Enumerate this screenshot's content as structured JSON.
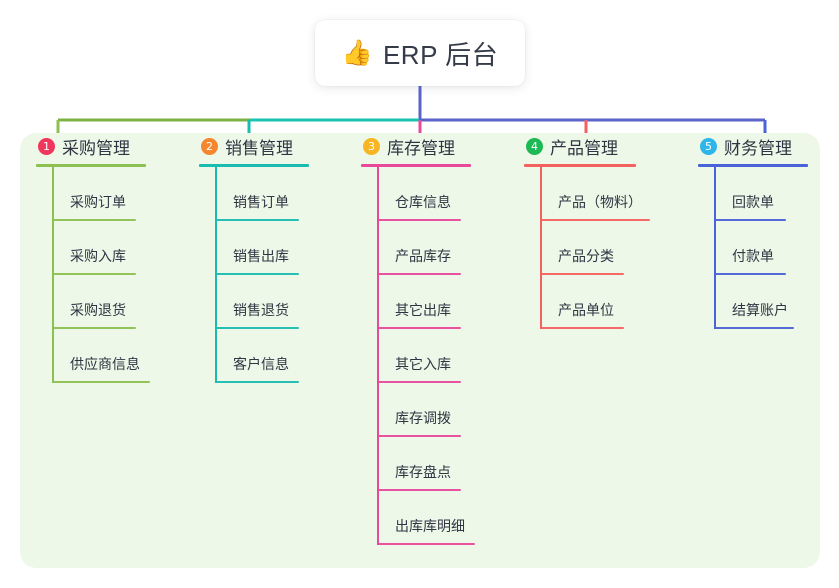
{
  "root": {
    "emoji": "👍",
    "emoji_name": "thumbs-up-icon",
    "title": "ERP 后台"
  },
  "canvas": {
    "background": "#eef8e9",
    "page_background": "#ffffff"
  },
  "connector": {
    "trunk_color": "#5b62c8",
    "bar_segments": [
      {
        "color": "#7cb342"
      },
      {
        "color": "#17c4b2"
      },
      {
        "color": "#5b62c8"
      }
    ]
  },
  "columns": [
    {
      "index": "1",
      "title": "采购管理",
      "color": "#8cc152",
      "badge_color": "#f0365c",
      "rule_width": 110,
      "items": [
        {
          "label": "采购订单",
          "rule_width": 84
        },
        {
          "label": "采购入库",
          "rule_width": 84
        },
        {
          "label": "采购退货",
          "rule_width": 84
        },
        {
          "label": "供应商信息",
          "rule_width": 98
        }
      ]
    },
    {
      "index": "2",
      "title": "销售管理",
      "color": "#1abcb0",
      "badge_color": "#f5862e",
      "rule_width": 110,
      "items": [
        {
          "label": "销售订单",
          "rule_width": 84
        },
        {
          "label": "销售出库",
          "rule_width": 84
        },
        {
          "label": "销售退货",
          "rule_width": 84
        },
        {
          "label": "客户信息",
          "rule_width": 84
        }
      ]
    },
    {
      "index": "3",
      "title": "库存管理",
      "color": "#e8499b",
      "badge_color": "#f7b524",
      "rule_width": 110,
      "items": [
        {
          "label": "仓库信息",
          "rule_width": 84
        },
        {
          "label": "产品库存",
          "rule_width": 84
        },
        {
          "label": "其它出库",
          "rule_width": 84
        },
        {
          "label": "其它入库",
          "rule_width": 84
        },
        {
          "label": "库存调拨",
          "rule_width": 84
        },
        {
          "label": "库存盘点",
          "rule_width": 84
        },
        {
          "label": "出库库明细",
          "rule_width": 98
        }
      ]
    },
    {
      "index": "4",
      "title": "产品管理",
      "color": "#f4625f",
      "badge_color": "#1db954",
      "rule_width": 112,
      "items": [
        {
          "label": "产品（物料）",
          "rule_width": 110
        },
        {
          "label": "产品分类",
          "rule_width": 84
        },
        {
          "label": "产品单位",
          "rule_width": 84
        }
      ]
    },
    {
      "index": "5",
      "title": "财务管理",
      "color": "#4a63d8",
      "badge_color": "#2fb6e8",
      "rule_width": 110,
      "items": [
        {
          "label": "回款单",
          "rule_width": 72
        },
        {
          "label": "付款单",
          "rule_width": 72
        },
        {
          "label": "结算账户",
          "rule_width": 80
        }
      ]
    }
  ]
}
